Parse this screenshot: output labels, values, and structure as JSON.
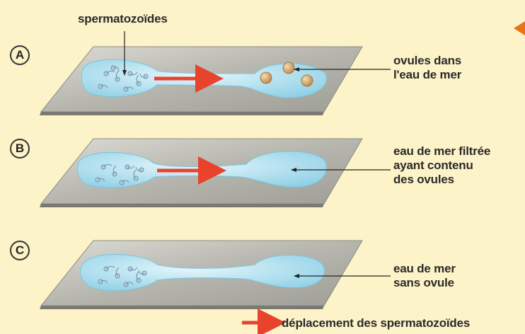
{
  "labels": {
    "spermatozoides": "spermatozoïdes",
    "panel_a": "A",
    "panel_b": "B",
    "panel_c": "C",
    "ovules": "ovules dans\nl'eau de mer",
    "filtered": "eau de mer filtrée\nayant contenu\ndes ovules",
    "sans_ovule": "eau de mer\nsans ovule",
    "legend": "déplacement des spermatozoïdes"
  },
  "colors": {
    "background": "#fdf3c8",
    "slide": "#b8b8b0",
    "drop": "#bfe6f2",
    "arrow": "#e8432c",
    "ovule": "#d9a35a",
    "corner_marker": "#e8731b"
  }
}
